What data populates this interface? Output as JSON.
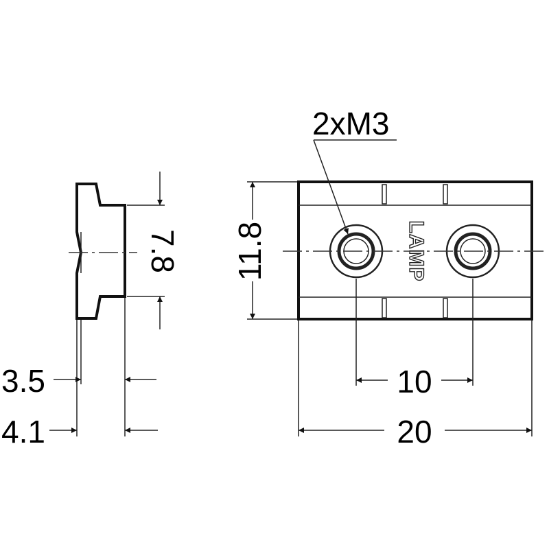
{
  "dimensions": {
    "side_width_inner": "3.5",
    "side_width_outer": "4.1",
    "side_height": "7.8",
    "front_height": "11.8",
    "hole_pitch": "10",
    "front_width": "20",
    "hole_callout": "2xM3"
  },
  "logo": "LAMP"
}
